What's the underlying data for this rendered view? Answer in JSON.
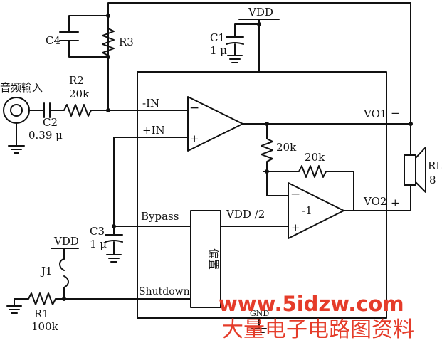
{
  "labels": {
    "audio_input": "音频输入",
    "r1": "R1",
    "r1_val": "100k",
    "r2": "R2",
    "r2_val": "20k",
    "r3": "R3",
    "c1": "C1",
    "c1_val": "1 μ",
    "c2": "C2",
    "c2_val": "0.39 μ",
    "c3": "C3",
    "c3_val": "1 μ",
    "c4": "C4",
    "j1": "J1",
    "vdd_top": "VDD",
    "vdd_j1": "VDD",
    "vdd_half": "VDD /2",
    "neg_in": "-IN",
    "pos_in": "+IN",
    "bypass": "Bypass",
    "shutdown": "Shutdown",
    "gnd": "GND",
    "bias": "偏置",
    "res_feedback_a": "20k",
    "res_feedback_b": "20k",
    "inv_gain": "-1",
    "vo1": "VO1",
    "vo2": "VO2",
    "minus_sign": "−",
    "plus_sign": "+",
    "rl": "RL",
    "rl_val": "8"
  },
  "watermark": {
    "url": "www.5idzw.com",
    "title": "大量电子电路图资料"
  },
  "colors": {
    "line": "#111111",
    "watermark": "#e53c2a"
  }
}
